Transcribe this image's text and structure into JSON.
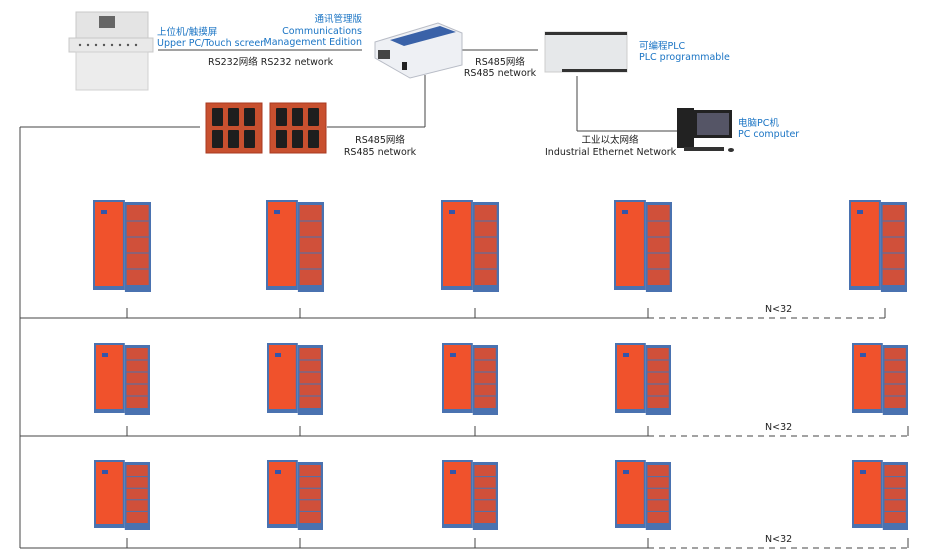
{
  "upper_pc": {
    "label_cn": "上位机/触摸屏",
    "label_en": "Upper PC/Touch screen"
  },
  "comm_board": {
    "label_cn": "通讯管理版",
    "label_en1": "Communications",
    "label_en2": "Management Edition"
  },
  "rs232": {
    "label": "RS232网络  RS232 network"
  },
  "rs485_top": {
    "label_cn": "RS485网络",
    "label_en": "RS485 network"
  },
  "rs485_mid": {
    "label_cn": "RS485网络",
    "label_en": "RS485 network"
  },
  "plc": {
    "label_cn": "可编程PLC",
    "label_en": "PLC programmable"
  },
  "pc": {
    "label_cn": "电脑PC机",
    "label_en": "PC computer"
  },
  "ethernet": {
    "label_cn": "工业以太网络",
    "label_en": "Industrial Ethernet Network"
  },
  "rows": [
    {
      "count_label": "N<32"
    },
    {
      "count_label": "N<32"
    },
    {
      "count_label": "N<32"
    }
  ],
  "colors": {
    "label_blue": "#1a74c4",
    "cabinet_orange": "#f0522c",
    "cabinet_frame": "#4a72b0",
    "line": "#444444"
  }
}
